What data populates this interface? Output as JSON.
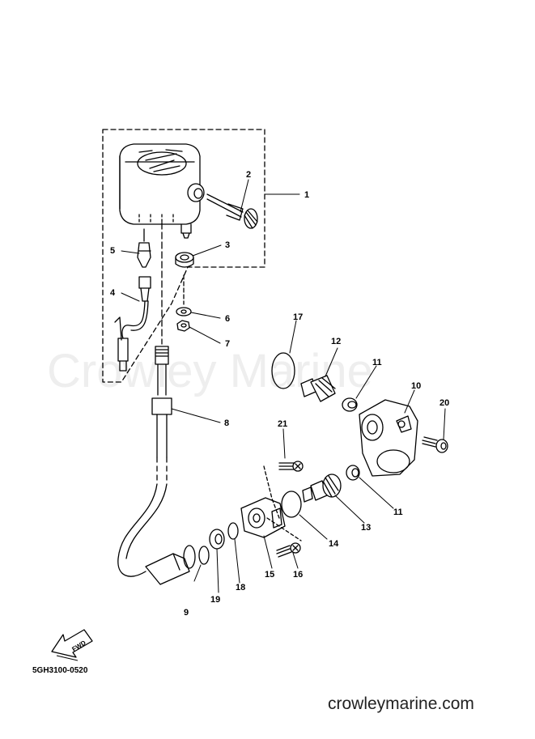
{
  "watermark": "Crowley Marine",
  "footer_url": "crowleymarine.com",
  "drawing_code": "5GH3100-0520",
  "fwd_label": "FWD",
  "callouts": {
    "c1": "1",
    "c2": "2",
    "c3": "3",
    "c4": "4",
    "c5": "5",
    "c6": "6",
    "c7": "7",
    "c8": "8",
    "c9": "9",
    "c10": "10",
    "c11a": "11",
    "c11b": "11",
    "c12": "12",
    "c13": "13",
    "c14": "14",
    "c15": "15",
    "c16": "16",
    "c17": "17",
    "c18": "18",
    "c19": "19",
    "c20": "20",
    "c21": "21"
  }
}
